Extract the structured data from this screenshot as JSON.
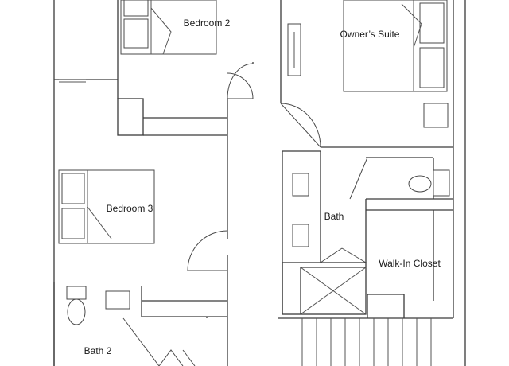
{
  "floor_plan": {
    "rooms": {
      "bedroom_2": "Bedroom 2",
      "owners_suite": "Owner’s Suite",
      "bedroom_3": "Bedroom 3",
      "bath": "Bath",
      "walk_in_closet": "Walk-In Closet",
      "bath_2": "Bath 2"
    },
    "line_color": "#3a3a3a",
    "background": "#ffffff"
  }
}
